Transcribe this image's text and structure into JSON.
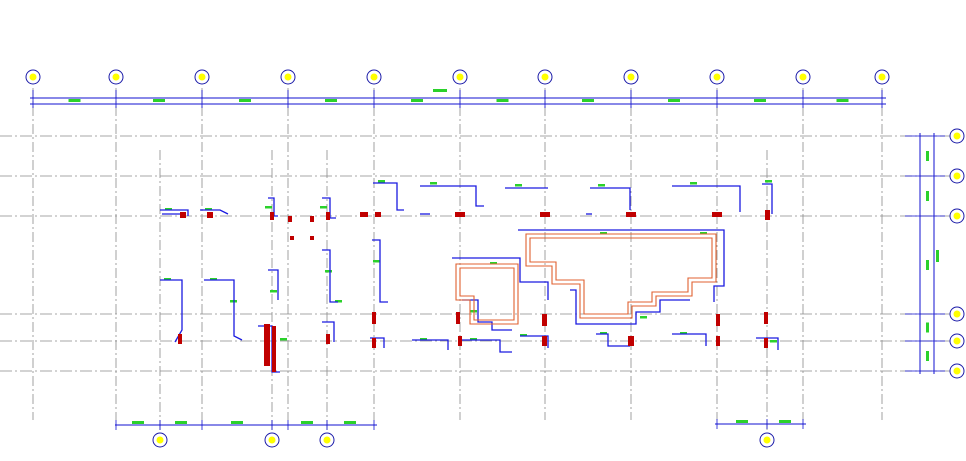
{
  "colors": {
    "background": "#ffffff",
    "axis_line": "#8a8a8a",
    "bubble_fill": "#ffff00",
    "bubble_stroke": "#1a1aa8",
    "dimension": "#1010d0",
    "dimension_text": "#2bd12b",
    "wall": "#1a1ae0",
    "column": "#c00000",
    "slab_outline": "#e06030"
  },
  "drawing": {
    "top_axis_count": 11,
    "right_axis_count": 6,
    "bottom_axis_count": 4
  }
}
